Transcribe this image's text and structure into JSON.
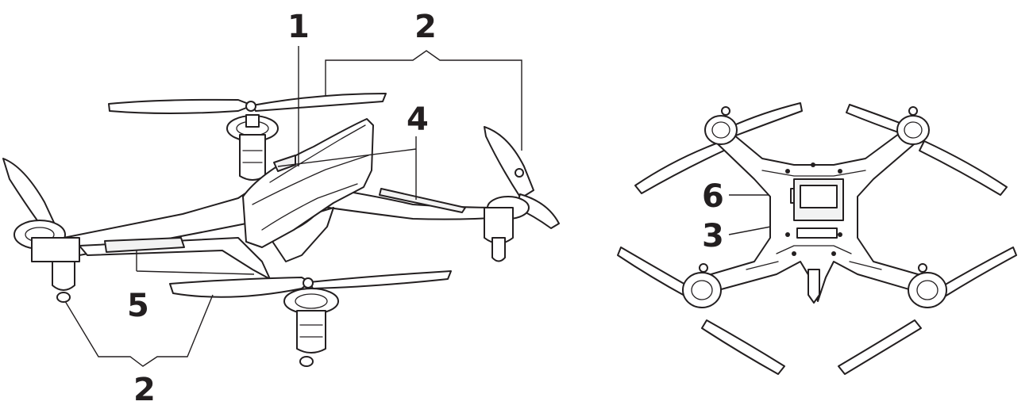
{
  "figure": {
    "callouts": [
      {
        "id": "1",
        "label": "1"
      },
      {
        "id": "2-top",
        "label": "2"
      },
      {
        "id": "4",
        "label": "4"
      },
      {
        "id": "5",
        "label": "5"
      },
      {
        "id": "2-bottom",
        "label": "2"
      },
      {
        "id": "6",
        "label": "6"
      },
      {
        "id": "3",
        "label": "3"
      }
    ],
    "colors": {
      "line": "#231f20",
      "background": "#ffffff"
    }
  }
}
